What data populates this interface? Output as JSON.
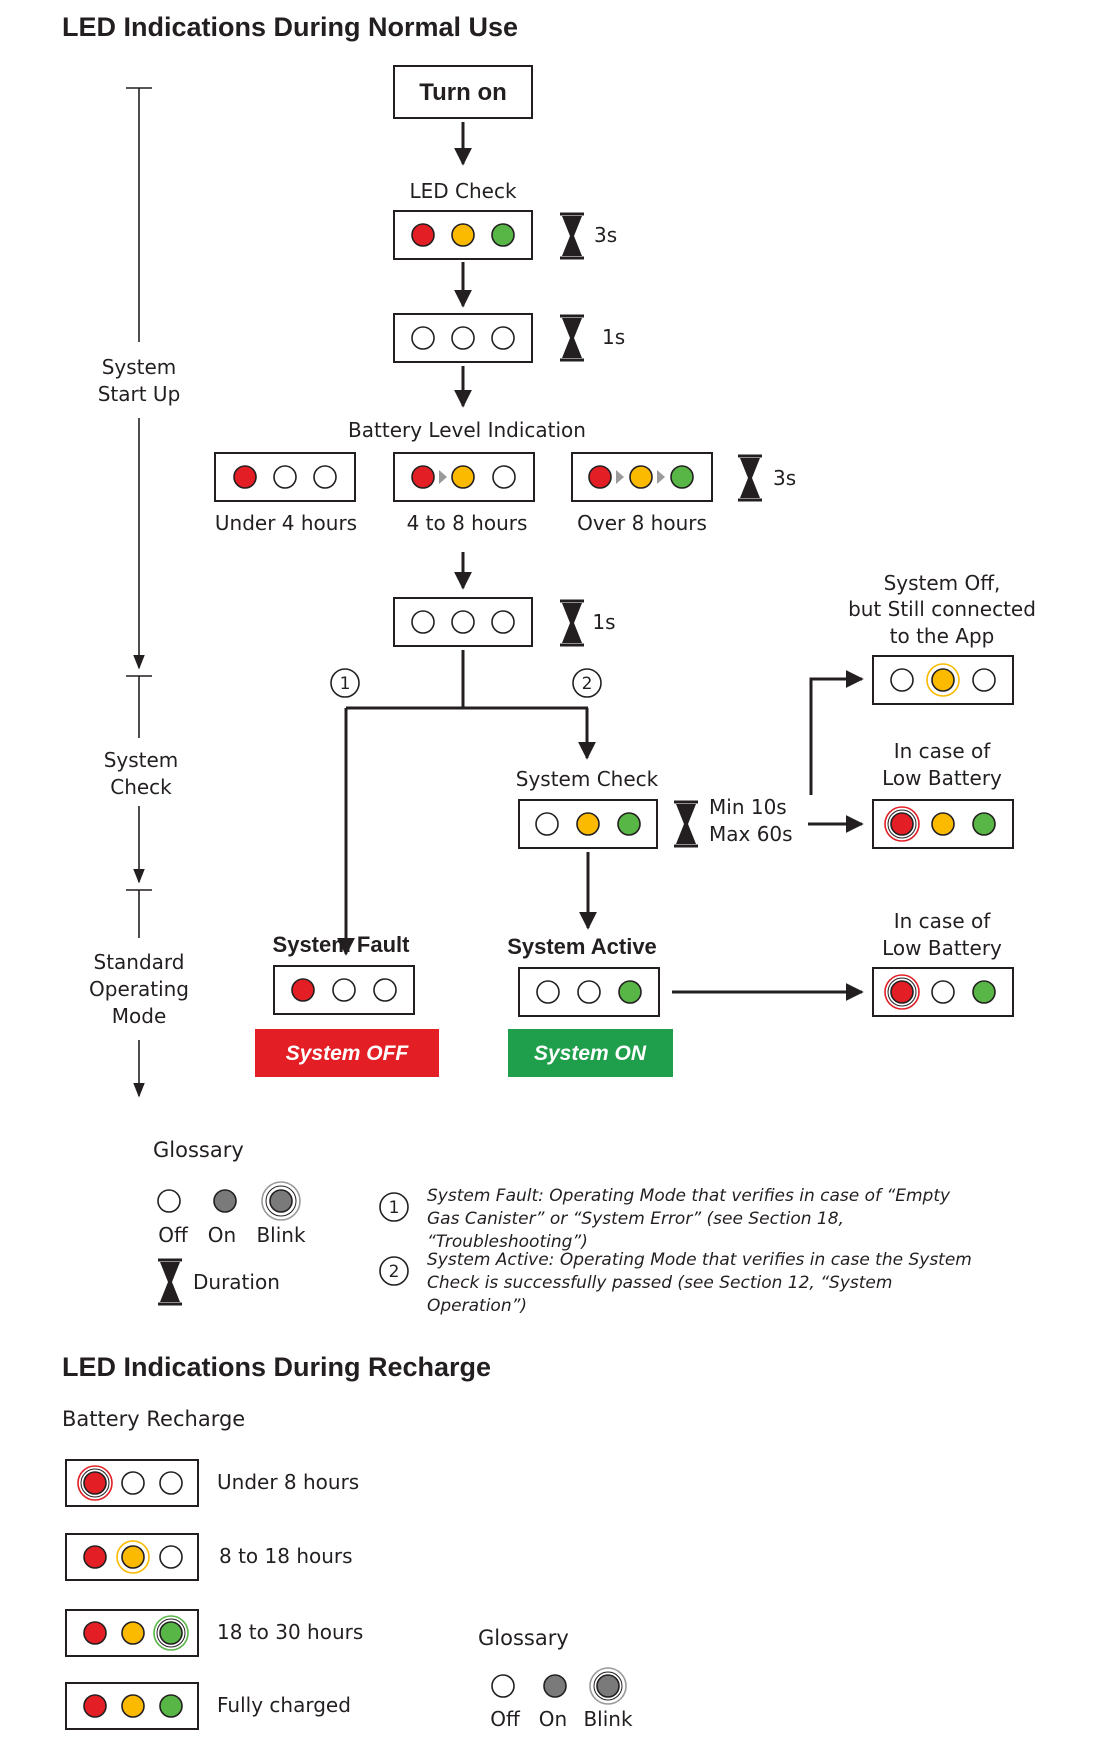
{
  "titles": {
    "normal_use": "LED Indications During Normal Use",
    "recharge": "LED Indications During Recharge",
    "battery_recharge": "Battery Recharge"
  },
  "phases": {
    "start_up": [
      "System",
      "Start Up"
    ],
    "system_check": [
      "System",
      "Check"
    ],
    "standard_mode": [
      "Standard",
      "Operating",
      "Mode"
    ]
  },
  "flow": {
    "turn_on": "Turn on",
    "led_check": "LED Check",
    "led_check_duration": "3s",
    "blank_duration": "1s",
    "battery_level_indication": "Battery Level Indication",
    "battery_levels": [
      "Under 4 hours",
      "4 to 8 hours",
      "Over 8 hours"
    ],
    "battery_level_duration": "3s",
    "blank2_duration": "1s",
    "branch_1": "1",
    "branch_2": "2",
    "system_check": "System Check",
    "system_check_duration": [
      "Min 10s",
      "Max 60s"
    ],
    "system_off_connected": [
      "System Off,",
      "but Still connected",
      "to the App"
    ],
    "low_battery": [
      "In case of",
      "Low Battery"
    ],
    "system_fault": "System Fault",
    "system_active": "System Active",
    "system_off_badge": "System OFF",
    "system_on_badge": "System ON"
  },
  "glossary": {
    "title": "Glossary",
    "off": "Off",
    "on": "On",
    "blink": "Blink",
    "duration": "Duration"
  },
  "notes": [
    {
      "num": "1",
      "lines": [
        "System Fault: Operating Mode that verifies in case of “Empty",
        "Gas Canister” or “System Error” (see Section 18,",
        "“Troubleshooting”)"
      ]
    },
    {
      "num": "2",
      "lines": [
        "System Active: Operating Mode that verifies in case the System",
        "Check is successfully passed (see Section 12, “System",
        "Operation”)"
      ]
    }
  ],
  "recharge_levels": [
    "Under 8 hours",
    "8 to 18 hours",
    "18 to 30 hours",
    "Fully charged"
  ],
  "recharge_glossary": {
    "title": "Glossary",
    "off": "Off",
    "on": "On",
    "blink": "Blink"
  },
  "colors": {
    "red": "#e31e24",
    "amber": "#fbb900",
    "green": "#57b646",
    "grey": "#7a7a7a",
    "badge_red": "#e31e24",
    "badge_green": "#1f9e4b"
  }
}
